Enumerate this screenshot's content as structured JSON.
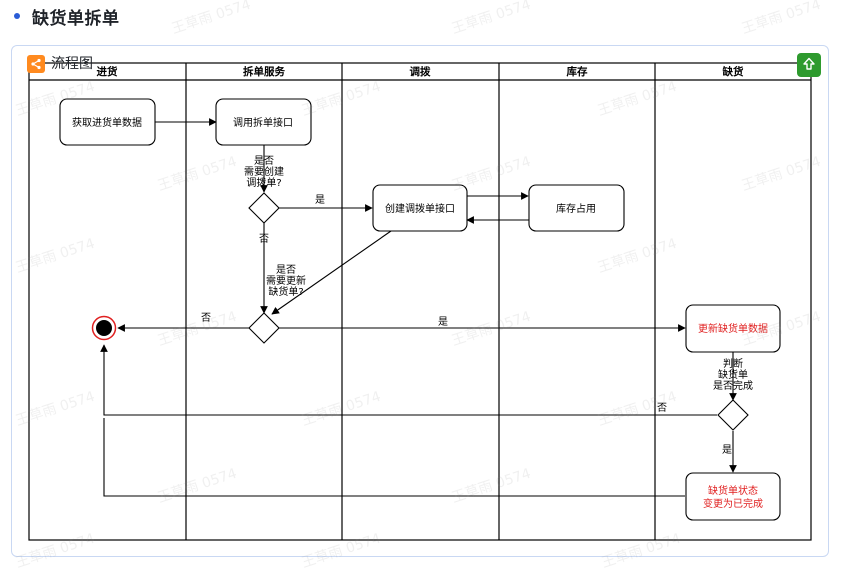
{
  "section_title": "缺货单拆单",
  "panel_title": "流程图",
  "icons": {
    "badge": "flowchart-icon",
    "up": "arrow-up-icon"
  },
  "colors": {
    "badge": "#ff8a1f",
    "up_button": "#2e9a2e",
    "alert_text": "#e02020",
    "accent": "#2a5cd6"
  },
  "lanes": [
    "进货",
    "拆单服务",
    "调拨",
    "库存",
    "缺货"
  ],
  "nodes": {
    "fetch": "获取进货单数据",
    "call_split": "调用拆单接口",
    "create_transfer": "创建调拨单接口",
    "stock_reserve": "库存占用",
    "update_shortage": "更新缺货单数据",
    "status_done": [
      "缺货单状态",
      "变更为已完成"
    ]
  },
  "decisions": {
    "d1": [
      "是否",
      "需要创建",
      "调拨单?"
    ],
    "d2": [
      "是否",
      "需要更新",
      "缺货单?"
    ],
    "d3": [
      "判断",
      "缺货单",
      "是否完成"
    ]
  },
  "edge_labels": {
    "d1_yes": "是",
    "d1_no": "否",
    "d2_yes": "是",
    "d2_no": "否",
    "d3_yes": "是",
    "d3_no": "否"
  },
  "watermark": "王草雨 0574"
}
